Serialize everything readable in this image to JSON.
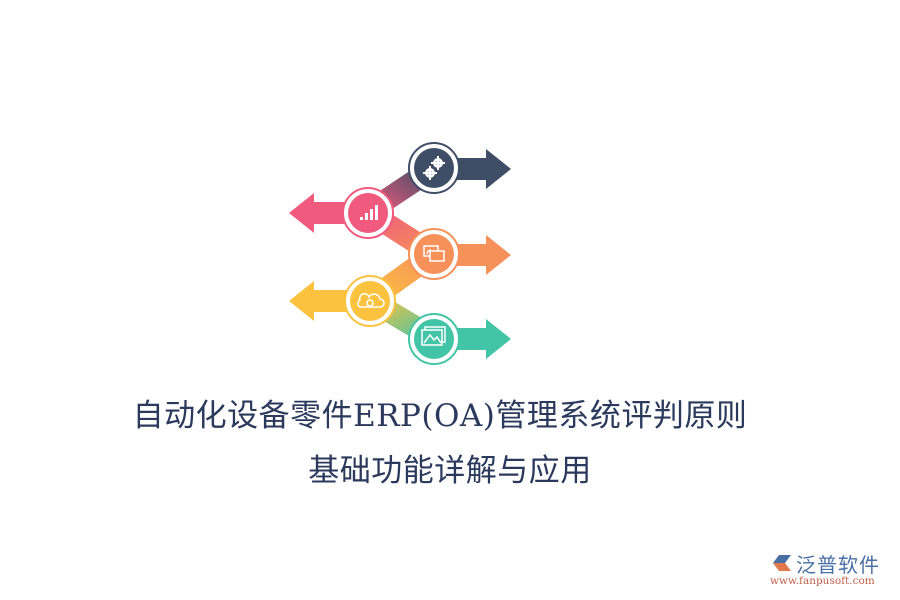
{
  "diagram": {
    "steps": [
      {
        "icon": "gears-icon",
        "direction": "right",
        "color": "#3f4e66"
      },
      {
        "icon": "bar-chart-icon",
        "direction": "left",
        "color": "#ef5a7e"
      },
      {
        "icon": "screen-share-icon",
        "direction": "right",
        "color": "#f6915a"
      },
      {
        "icon": "cloud-sync-icon",
        "direction": "left",
        "color": "#fbc240"
      },
      {
        "icon": "image-gallery-icon",
        "direction": "right",
        "color": "#42c5a7"
      }
    ]
  },
  "title": {
    "line1": "自动化设备零件ERP(OA)管理系统评判原则",
    "line2": "基础功能详解与应用"
  },
  "logo": {
    "name": "泛普软件",
    "url": "www.fanpusoft.com",
    "brand_color": "#4a6fa5",
    "url_color": "#c0624a"
  }
}
